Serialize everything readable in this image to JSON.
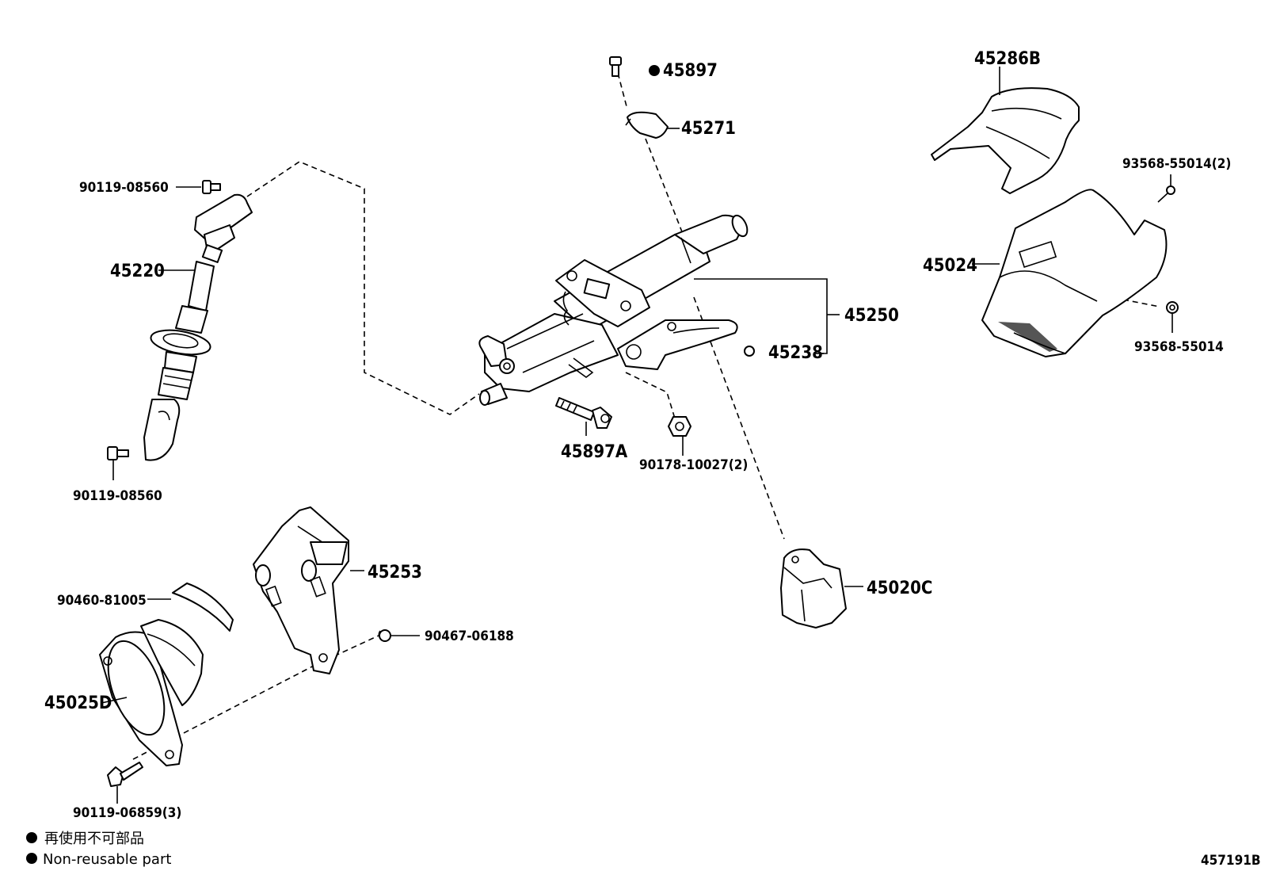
{
  "labels": {
    "p45897": "45897",
    "p45271": "45271",
    "p45286B": "45286B",
    "p9356855014_2": "93568-55014(2)",
    "p9011908560_top": "90119-08560",
    "p45220": "45220",
    "p45024": "45024",
    "p45250": "45250",
    "p45238": "45238",
    "p9356855014": "93568-55014",
    "p45897A": "45897A",
    "p9017810027_2": "90178-10027(2)",
    "p9011908560_bottom": "90119-08560",
    "p45253": "45253",
    "p45020C": "45020C",
    "p9046081005": "90460-81005",
    "p9046706188": "90467-06188",
    "p45025D": "45025D",
    "p9011906859_3": "90119-06859(3)"
  },
  "legend": {
    "japanese": "再使用不可部品",
    "english": "Non-reusable part"
  },
  "diagram_code": "457191B"
}
